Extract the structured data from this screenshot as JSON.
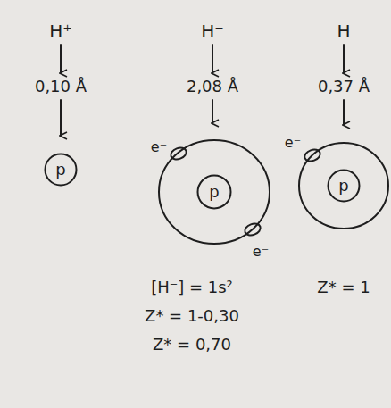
{
  "diagram": {
    "nodes": [
      {
        "text": [
          "p"
        ]
      },
      {
        "text": [
          "p"
        ]
      },
      {
        "text": [
          "p"
        ]
      }
    ],
    "labels": [
      "H⁺",
      "0,10 Å",
      "H⁻",
      "2,08 Å",
      "e⁻",
      "e⁻",
      "[H⁻] = 1s²",
      "Z* = 1-0,30",
      "Z* = 0,70",
      "H",
      "0,37 Å",
      "e⁻",
      "Z* = 1"
    ]
  }
}
